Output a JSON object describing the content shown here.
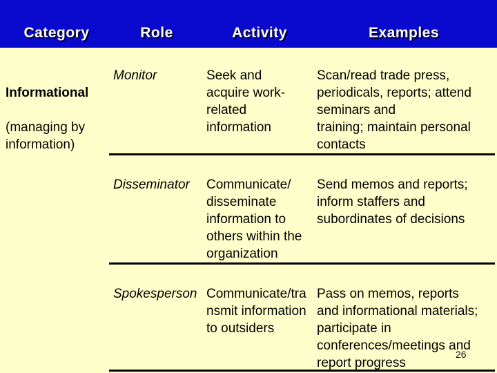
{
  "slide": {
    "colors": {
      "banner_blue": "#0a0ace",
      "background_cream": "#ffffcc",
      "header_text": "#ffffff",
      "header_shadow": "#000028",
      "body_text": "#000000",
      "rule_black": "#000000"
    },
    "header": {
      "columns": [
        "Category",
        "Role",
        "Activity",
        "Examples"
      ]
    },
    "category": {
      "title": "Informational",
      "subtitle_lines": [
        "(managing by",
        "information)"
      ]
    },
    "rows": [
      {
        "role": "Monitor",
        "activity_lines": [
          "Seek and",
          "acquire work-",
          "related",
          "information"
        ],
        "examples_lines": [
          "Scan/read trade press,",
          "periodicals, reports; attend",
          "seminars and",
          "training; maintain personal",
          "contacts"
        ]
      },
      {
        "role": "Disseminator",
        "activity_lines": [
          "Communicate/",
          "disseminate",
          "information to",
          "others within the",
          "organization"
        ],
        "examples_lines": [
          "Send memos and reports;",
          "inform staffers and",
          "subordinates of decisions"
        ]
      },
      {
        "role": "Spokesperson",
        "activity_lines": [
          "Communicate/tra",
          "nsmit information",
          "to outsiders"
        ],
        "examples_lines": [
          "Pass on memos, reports",
          "and informational materials;",
          "participate in",
          "conferences/meetings and",
          "report progress"
        ]
      }
    ],
    "page_number": "26"
  }
}
